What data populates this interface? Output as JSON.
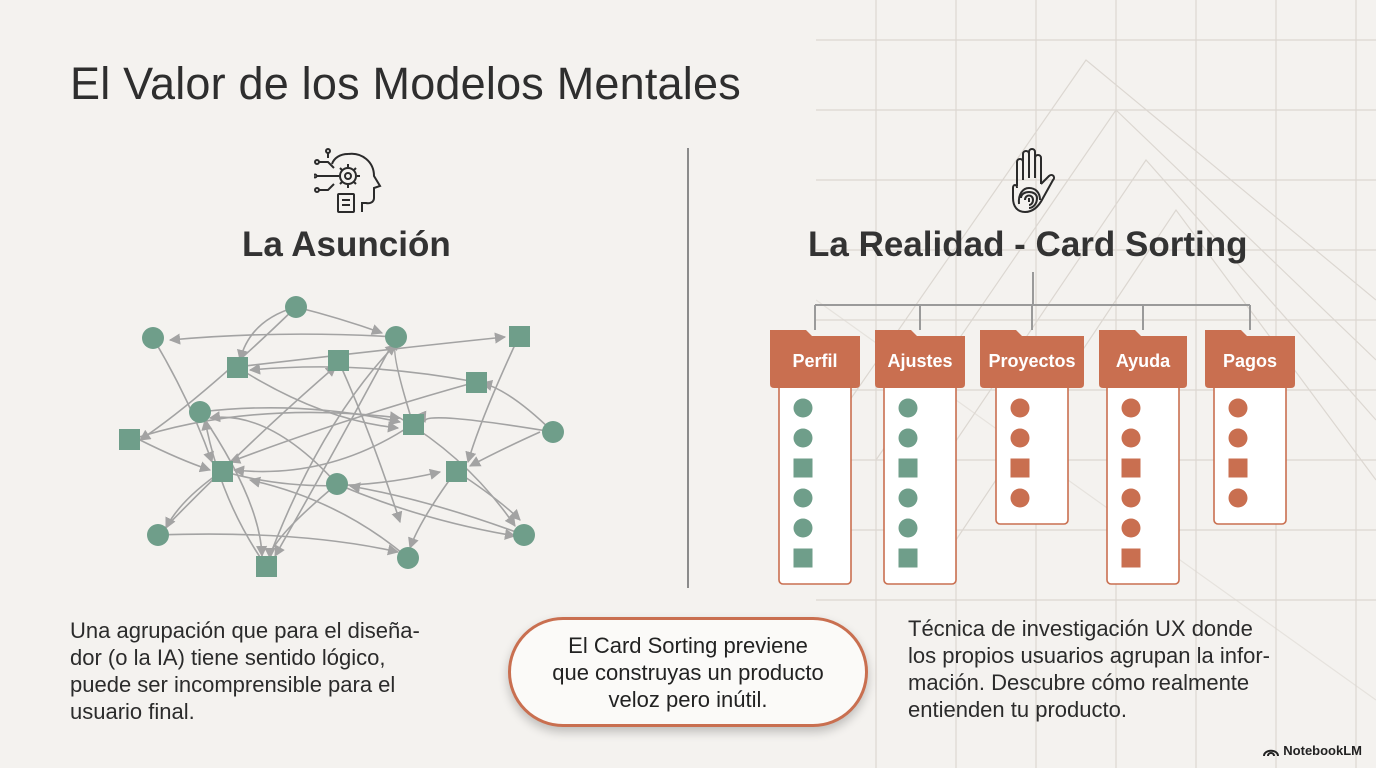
{
  "title": "El Valor de los Modelos Mentales",
  "left": {
    "icon": "ai-head-gear-icon",
    "heading": "La Asunción",
    "description": "Una agrupación que para el diseña-\ndor (o la IA) tiene sentido lógico,\npuede ser incomprensible para el\nusuario final."
  },
  "right": {
    "icon": "hand-fingerprint-icon",
    "heading": "La Realidad - Card Sorting",
    "description": "Técnica de investigación UX donde\nlos propios usuarios agrupan la infor-\n mación. Descubre cómo realmente\n entienden tu producto.",
    "categories": [
      {
        "label": "Perfil",
        "items": [
          "circle",
          "circle",
          "square",
          "circle",
          "circle",
          "square"
        ]
      },
      {
        "label": "Ajustes",
        "items": [
          "circle",
          "circle",
          "square",
          "circle",
          "circle",
          "square"
        ]
      },
      {
        "label": "Proyectos",
        "items": [
          "circle",
          "circle",
          "square",
          "circle"
        ]
      },
      {
        "label": "Ayuda",
        "items": [
          "circle",
          "circle",
          "square",
          "circle",
          "circle",
          "square"
        ]
      },
      {
        "label": "Pagos",
        "items": [
          "circle",
          "circle",
          "square",
          "circle"
        ]
      }
    ]
  },
  "callout": "El Card Sorting previene\nque construyas un producto\nveloz pero inútil.",
  "brand": "NotebookLM",
  "colors": {
    "teal": "#6f9e8a",
    "terracotta": "#c96f50",
    "arrow": "#a3a3a3",
    "background": "#f4f2ef"
  }
}
